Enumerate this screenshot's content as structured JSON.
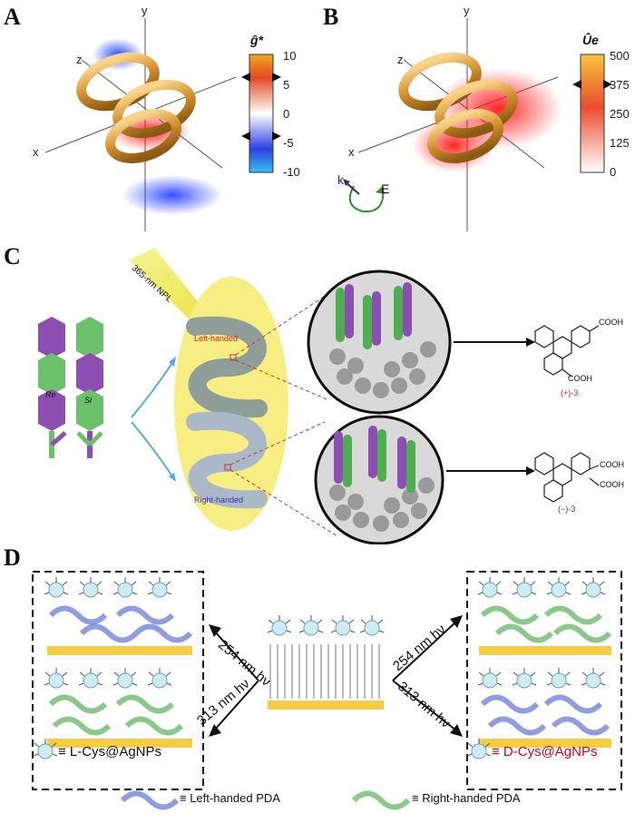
{
  "panels": {
    "a": {
      "label": "A",
      "cbar_title": "ĝ*",
      "ticks": [
        "10",
        "5",
        "0",
        "-5",
        "-10"
      ],
      "axes": {
        "x": "x",
        "y": "y",
        "z": "z"
      }
    },
    "b": {
      "label": "B",
      "cbar_title": "Ûe",
      "ticks": [
        "500",
        "375",
        "250",
        "125",
        "0"
      ],
      "axes": {
        "x": "x",
        "y": "y",
        "z": "z"
      },
      "k": "k",
      "E": "E"
    },
    "c": {
      "label": "C",
      "laser": "365-nm NPL",
      "left_handed": "Left-handed",
      "right_handed": "Right-handed",
      "re": "Re",
      "si": "Si",
      "top_product": "(+)-3",
      "bottom_product": "(−)-3",
      "cooh": "COOH"
    },
    "d": {
      "label": "D",
      "upper_left_light": "254 nm hν",
      "lower_left_light": "313 nm hν",
      "upper_right_light": "254 nm hν",
      "lower_right_light": "313 nm hν",
      "lcys": "≡ L-Cys@AgNPs",
      "dcys": "≡ D-Cys@AgNPs",
      "left_pda": "≡ Left-handed PDA",
      "right_pda": "≡ Right-handed PDA"
    }
  },
  "colors": {
    "gold": "#d9a441",
    "blue": "#1f3cff",
    "red": "#ff2a2a",
    "green": "#3a9a3a",
    "purple": "#8a4fb0",
    "yellow": "#f4ec7a",
    "substrate": "#f5cd45",
    "dcys_red": "#d0021b"
  }
}
